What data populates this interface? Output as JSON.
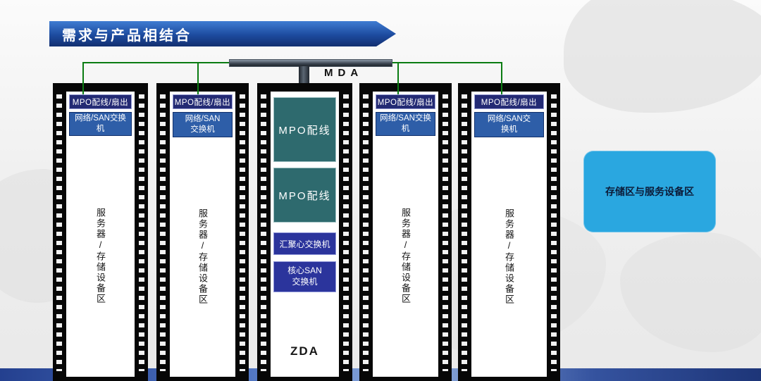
{
  "title": "需求与产品相结合",
  "mda": {
    "label": "MDA"
  },
  "edge_racks": [
    {
      "mpo_label": "MPO配线/扇出",
      "switch_label": "网络/SAN交换机",
      "area_label": "服务器/存储设备区"
    },
    {
      "mpo_label": "MPO配线/扇出",
      "switch_label": "网络/SAN交换机",
      "area_label": "服务器/存储设备区"
    },
    {
      "mpo_label": "MPO配线/扇出",
      "switch_label": "网络/SAN交换机",
      "area_label": "服务器/存储设备区"
    },
    {
      "mpo_label": "MPO配线/扇出",
      "switch_label": "网络/SAN交换机",
      "area_label": "服务器/存储设备区"
    }
  ],
  "center_rack": {
    "mpo_panel_1": "MPO配线",
    "mpo_panel_2": "MPO配线",
    "aggregation_switch": "汇聚心交换机",
    "core_san_switch": "核心SAN交换机",
    "zda_label": "ZDA"
  },
  "storage_box": {
    "label": "存储区与服务设备区"
  },
  "colors": {
    "banner_blue": "#1d4b9f",
    "connection_green": "#0b7c12",
    "mpo_panel_navy": "#232a74",
    "switch_blue": "#2e5ea8",
    "mpo_teal": "#2e6a6e",
    "core_indigo": "#2b349c",
    "storage_cyan": "#2aa7e0"
  }
}
